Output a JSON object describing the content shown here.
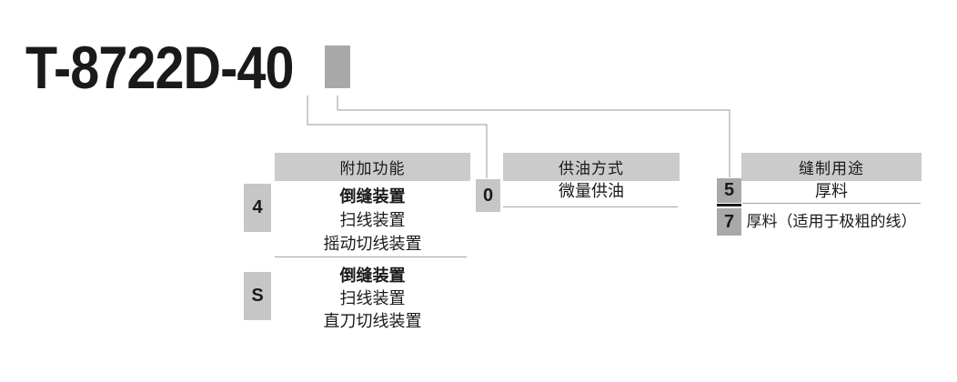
{
  "model": {
    "number": "T-8722D-40",
    "placeholder_note": "blank-code-position"
  },
  "tables": [
    {
      "id": "additional-functions",
      "header": "附加功能",
      "groups": [
        {
          "code": "4",
          "rows": [
            "倒缝装置",
            "扫线装置",
            "摇动切线装置"
          ]
        },
        {
          "code": "S",
          "rows": [
            "倒缝装置",
            "扫线装置",
            "直刀切线装置"
          ]
        }
      ]
    },
    {
      "id": "oil-supply",
      "header": "供油方式",
      "groups": [
        {
          "code": "0",
          "rows": [
            "微量供油"
          ]
        }
      ]
    },
    {
      "id": "sewing-purpose",
      "header": "缝制用途",
      "groups": [
        {
          "code": "5",
          "rows": [
            "厚料"
          ]
        },
        {
          "code": "7",
          "rows": [
            "厚料（适用于极粗的线）"
          ]
        }
      ]
    }
  ],
  "colors": {
    "bg": "#ffffff",
    "ink": "#1a1a1a",
    "header_bg": "#cbcbcb",
    "code_light": "#c6c6c6",
    "code_dark": "#a9a9a9",
    "line": "#999999",
    "divider": "#a6a6a6",
    "thick": "#1a1a1a"
  }
}
